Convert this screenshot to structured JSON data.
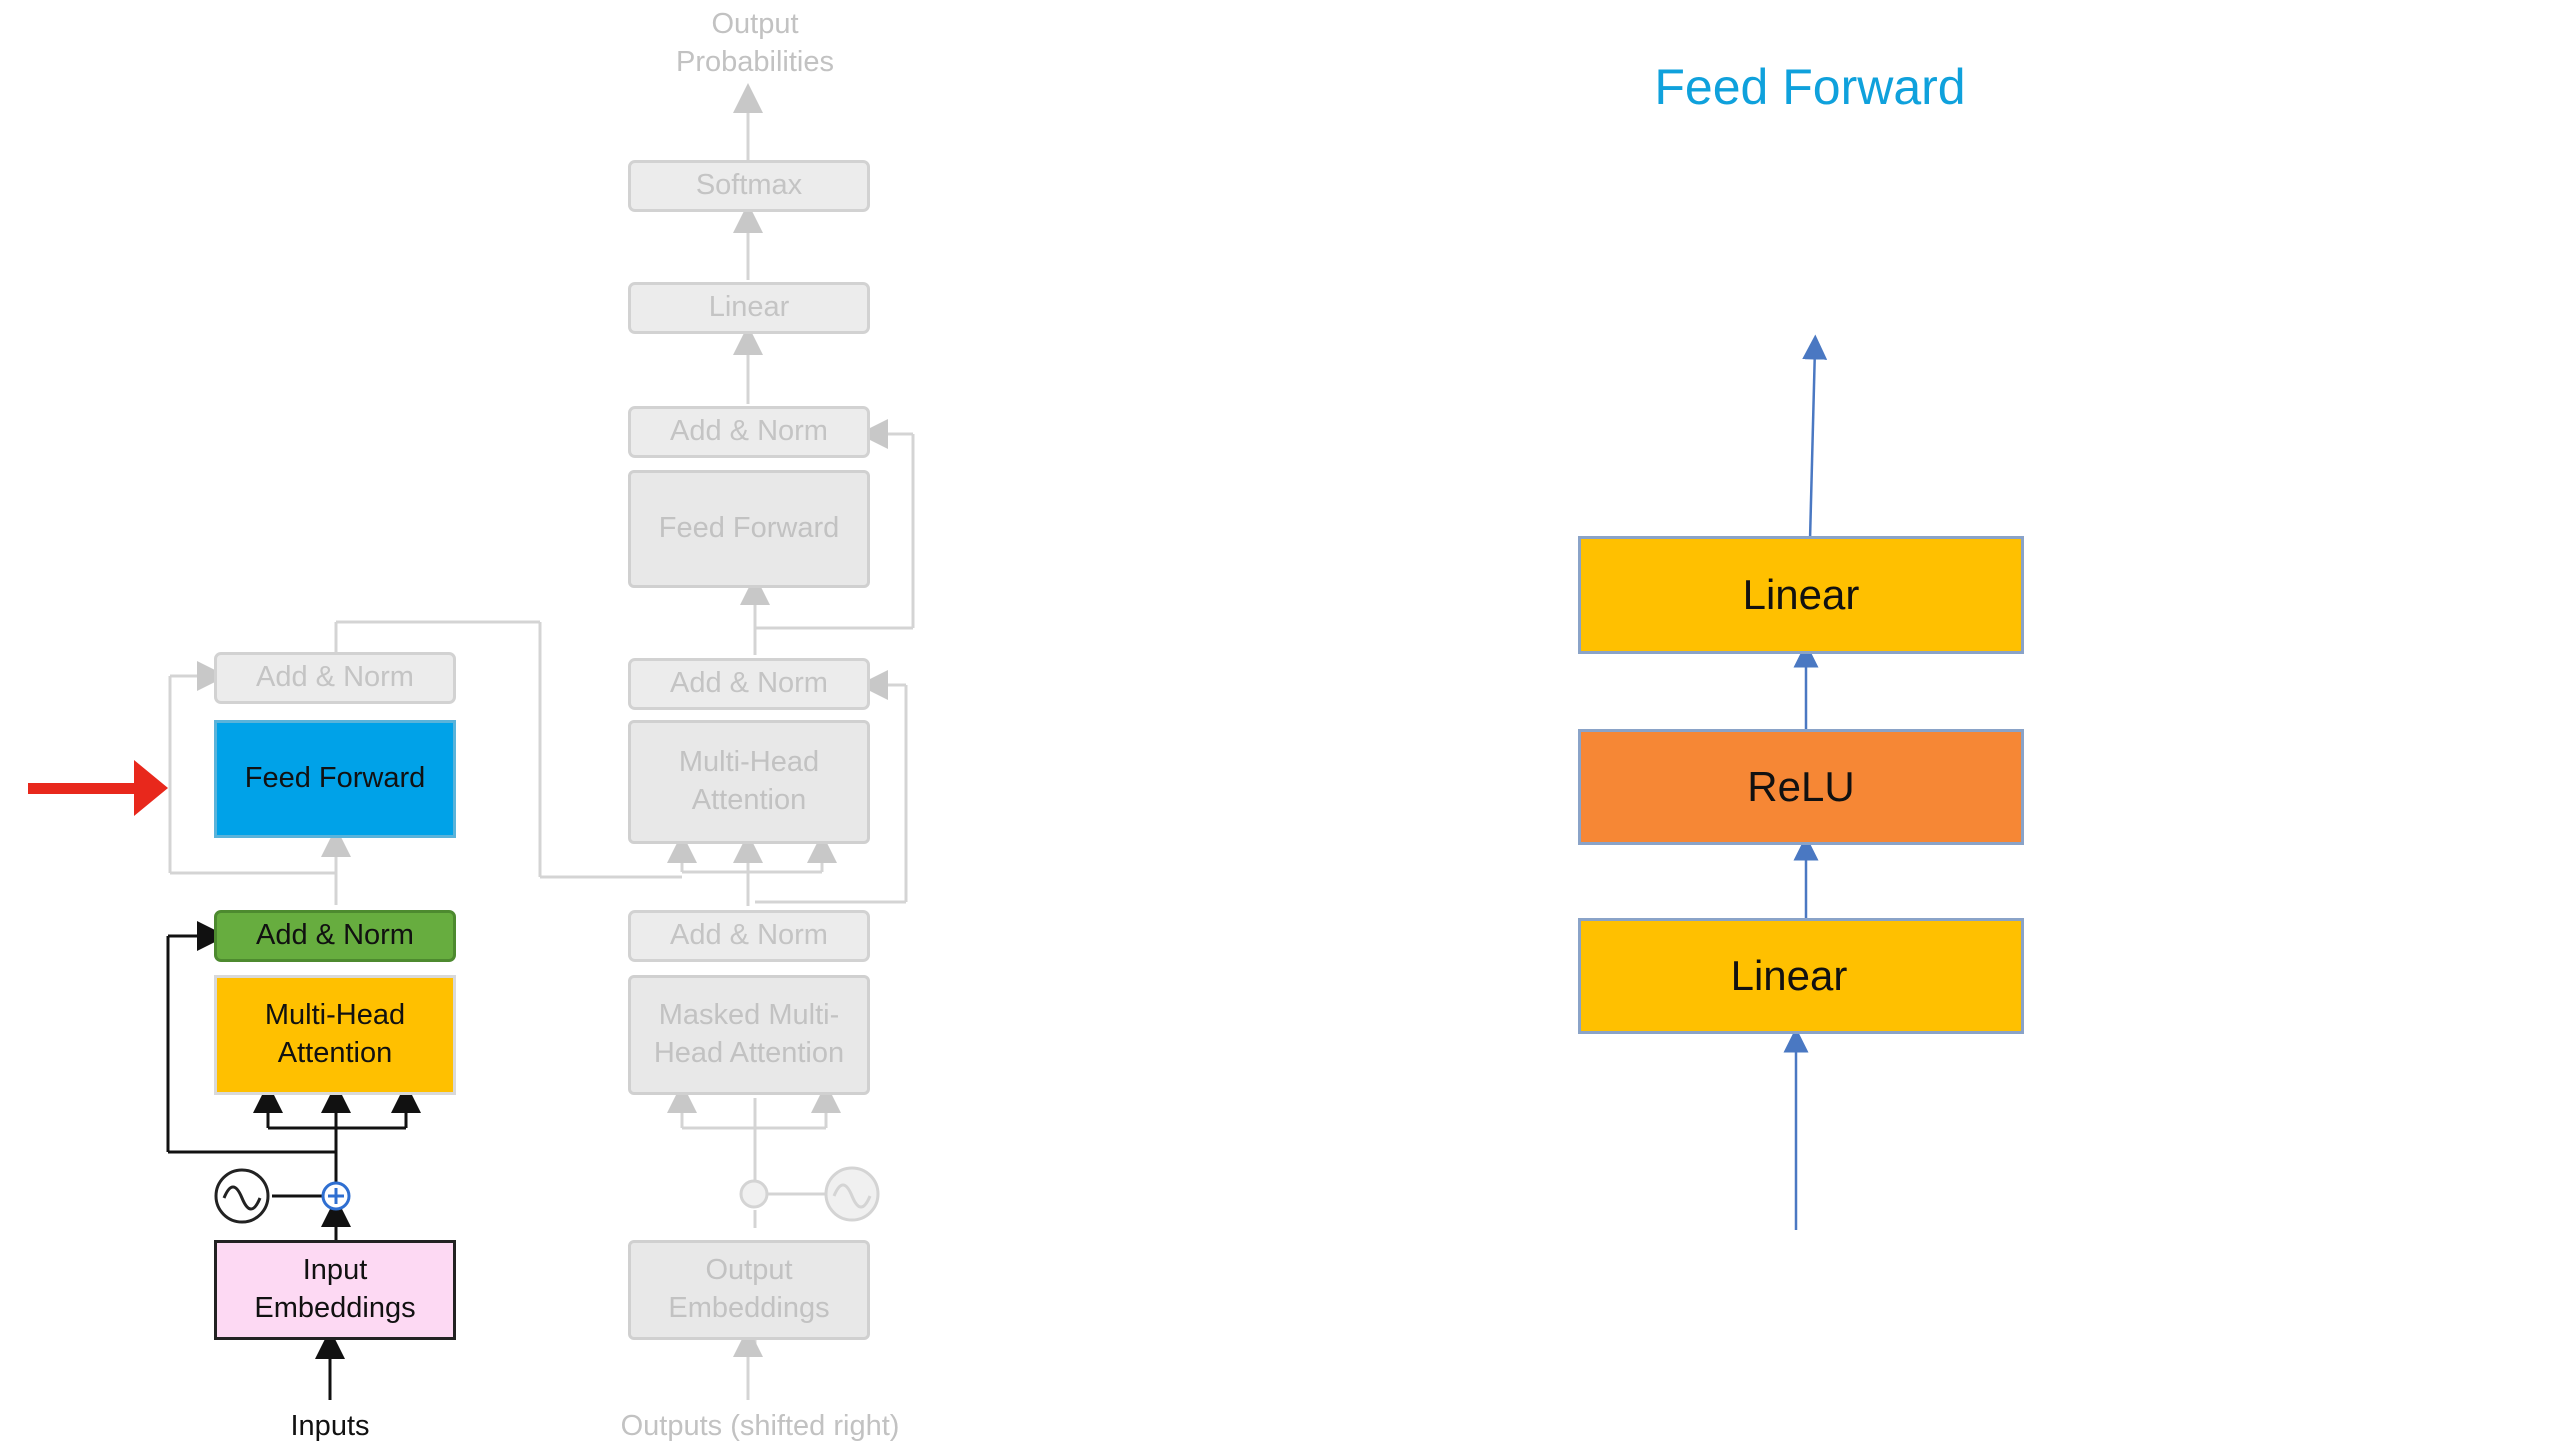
{
  "title": "Feed Forward",
  "decoder": {
    "output_probabilities": "Output\nProbabilities",
    "softmax": "Softmax",
    "linear": "Linear",
    "add_norm_3": "Add & Norm",
    "feed_forward": "Feed Forward",
    "add_norm_2": "Add & Norm",
    "multi_head_attention": "Multi-Head\nAttention",
    "add_norm_1": "Add & Norm",
    "masked_attention": "Masked Multi-\nHead Attention",
    "output_embeddings": "Output\nEmbeddings",
    "outputs_label": "Outputs (shifted right)"
  },
  "encoder": {
    "add_norm_top": "Add & Norm",
    "feed_forward": "Feed Forward",
    "add_norm_bottom": "Add & Norm",
    "multi_head_attention": "Multi-Head\nAttention",
    "input_embeddings": "Input\nEmbeddings",
    "inputs_label": "Inputs"
  },
  "ffn": {
    "linear_top": "Linear",
    "relu": "ReLU",
    "linear_bottom": "Linear"
  },
  "colors": {
    "title": "#0fa1dc",
    "feed_forward_highlight": "#00a2e8",
    "add_norm_highlight": "#67ad3f",
    "attention_highlight": "#ffc000",
    "embedding_highlight": "#fdd9f3",
    "relu": "#f68735",
    "linear": "#ffc000",
    "pointer_arrow": "#e8281c"
  }
}
